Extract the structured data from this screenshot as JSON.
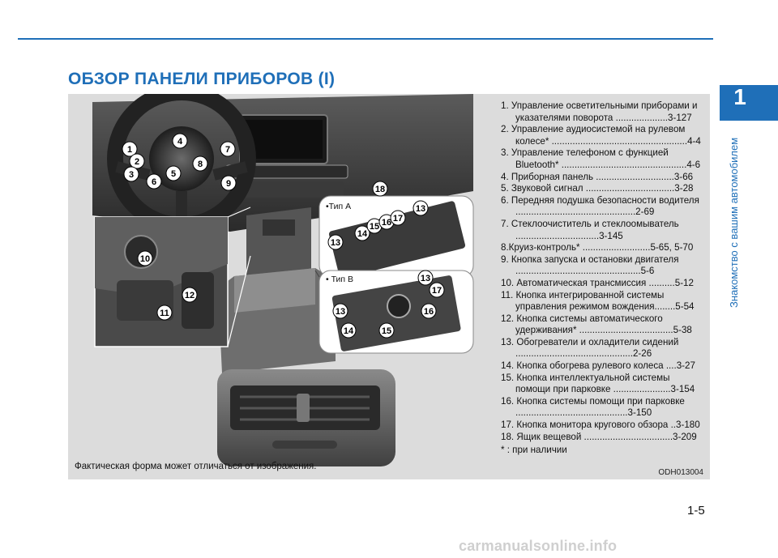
{
  "page": {
    "title": "ОБЗОР ПАНЕЛИ ПРИБОРОВ (I)",
    "number": "1-5",
    "accent_color": "#1f6fb8"
  },
  "chapter": {
    "number": "1",
    "label": "Знакомство с вашим автомобилем"
  },
  "figure": {
    "note": "Фактическая форма может отличаться от изображения.",
    "code": "ODH013004",
    "inset_a_label": "•Тип A",
    "inset_b_label": "• Тип B",
    "callouts": [
      "1",
      "2",
      "3",
      "4",
      "5",
      "6",
      "7",
      "8",
      "9",
      "10",
      "11",
      "12",
      "13",
      "14",
      "15",
      "16",
      "17",
      "18"
    ]
  },
  "items": [
    "1. Управление осветительными приборами и указателями поворота ....................3-127",
    "2. Управление аудиосистемой на рулевом колесе* ....................................................4-4",
    "3. Управление телефоном с функцией Bluetooth* ................................................4-6",
    "4. Приборная панель ..............................3-66",
    "5. Звуковой сигнал ..................................3-28",
    "6. Передняя подушка безопасности водителя ..............................................2-69",
    "7. Стеклоочиститель и стеклоомыватель ................................3-145",
    "8.Круиз-контроль* ..........................5-65, 5-70",
    "9. Кнопка запуска и остановки двигателя ................................................5-6",
    "10. Автоматическая трансмиссия ..........5-12",
    "11. Кнопка интегрированной системы управления режимом вождения........5-54",
    "12. Кнопка системы автоматического удерживания* ....................................5-38",
    "13. Обогреватели и охладители сидений .............................................2-26",
    "14. Кнопка обогрева рулевого колеса ....3-27",
    "15. Кнопка интеллектуальной системы помощи при парковке ......................3-154",
    "16. Кнопка системы помощи при парковке ...........................................3-150",
    "17. Кнопка монитора кругового обзора ..3-180",
    "18. Ящик вещевой ..................................3-209"
  ],
  "items_note": "* : при наличии",
  "watermark": "carmanualsonline.info"
}
